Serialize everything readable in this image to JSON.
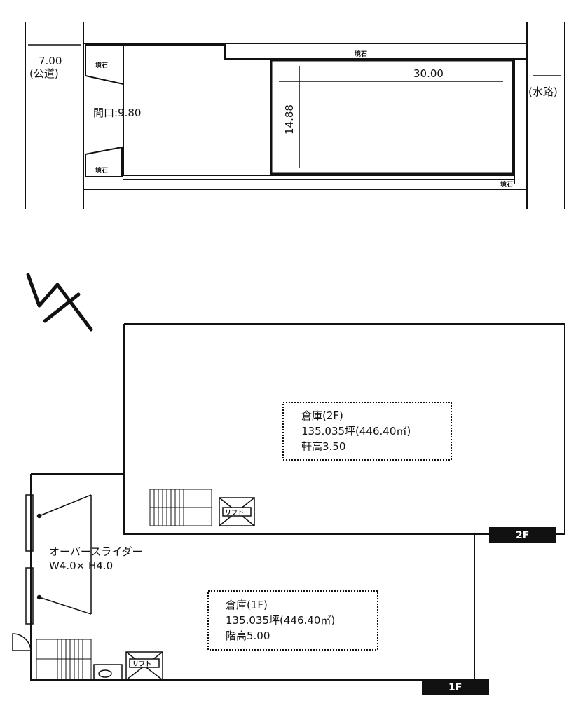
{
  "site_plan": {
    "road_width": "7.00",
    "road_type": "(公道)",
    "frontage": "間口:9.80",
    "length": "30.00",
    "depth": "14.88",
    "waterway": "(水路)",
    "boundary_stone_labels": [
      "境石",
      "境石",
      "境石",
      "境石"
    ]
  },
  "floor_plan": {
    "warehouse_2f": {
      "name": "倉庫(2F)",
      "area": "135.035坪(446.40㎡)",
      "height": "軒高3.50"
    },
    "warehouse_1f": {
      "name": "倉庫(1F)",
      "area": "135.035坪(446.40㎡)",
      "height": "階高5.00"
    },
    "door_label": "オーバースライダー",
    "door_size": "W4.0× H4.0",
    "lift_label": "リフト",
    "tag_2f": "2F",
    "tag_1f": "1F"
  }
}
